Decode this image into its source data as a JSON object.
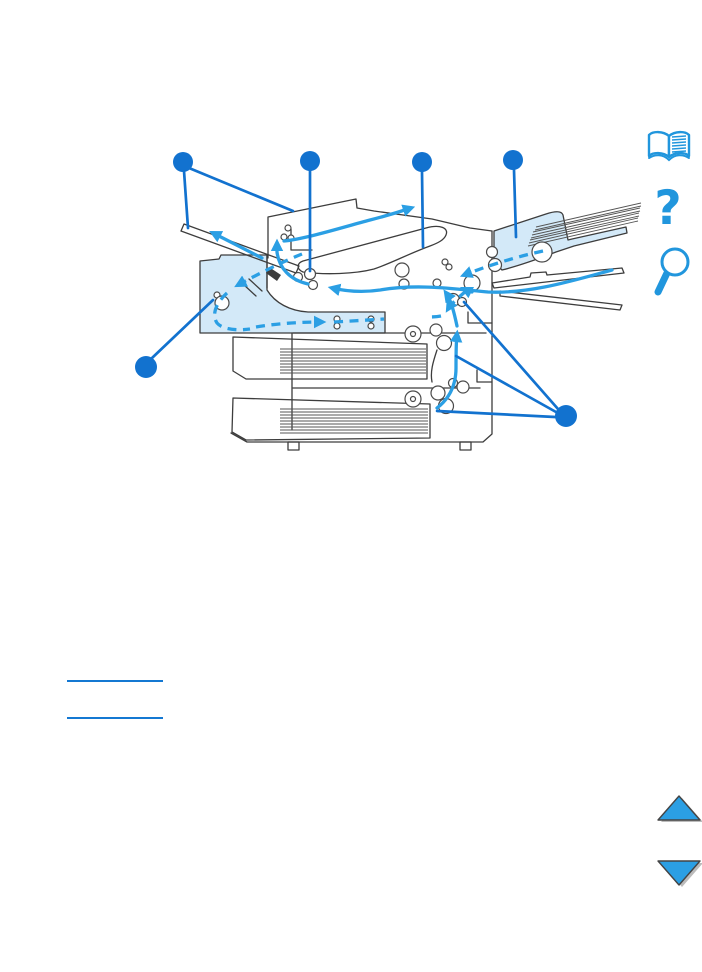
{
  "page": {
    "kind": "manual-figure-page",
    "background": "#ffffff"
  },
  "colors": {
    "callout-blue": "#1272cf",
    "path-blue": "#2b9fe4",
    "fill-blue": "#d3e9f8",
    "line-gray": "#3d3d3d",
    "hatch-gray": "#555555",
    "roller-gray": "#4a4a4a",
    "icon-blue": "#2196dd",
    "link-blue": "#1478d2",
    "shadow-gray": "#bbbbbb"
  },
  "nav": {
    "book_icon": "book-icon",
    "help_icon": "help-icon",
    "help_glyph": "?",
    "magnifier_icon": "magnifier-icon",
    "scroll_up": "scroll-up-button",
    "scroll_down": "scroll-down-button"
  },
  "figure": {
    "name": "printer-paper-path-diagram",
    "shaded_parts": [
      "duplexer-left",
      "duplex-tray-strip",
      "envelope-feeder-top-right"
    ],
    "paths": [
      {
        "name": "print-paper-path",
        "style": "solid"
      },
      {
        "name": "duplex-paper-path",
        "style": "dashed"
      }
    ],
    "callouts": [
      {
        "name": "callout-top-1"
      },
      {
        "name": "callout-top-2"
      },
      {
        "name": "callout-top-3"
      },
      {
        "name": "callout-top-4"
      },
      {
        "name": "callout-left"
      },
      {
        "name": "callout-right"
      }
    ]
  },
  "links": [
    {
      "name": "link-1",
      "text": ""
    },
    {
      "name": "link-2",
      "text": ""
    }
  ]
}
